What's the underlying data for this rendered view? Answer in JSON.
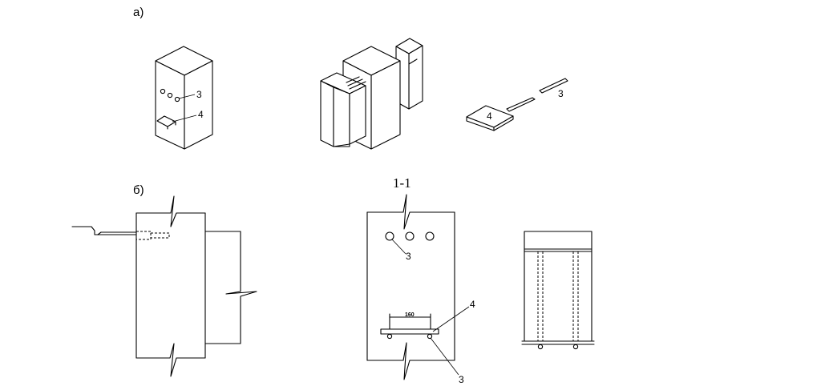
{
  "panel_a": {
    "label": "а)",
    "callouts": {
      "bolt": "3",
      "plate": "4"
    }
  },
  "panel_b": {
    "label": "б)",
    "section_title": "1-1",
    "callouts": {
      "bolt": "3",
      "plate": "4",
      "bolt_lower": "3"
    },
    "dimension": "160"
  }
}
